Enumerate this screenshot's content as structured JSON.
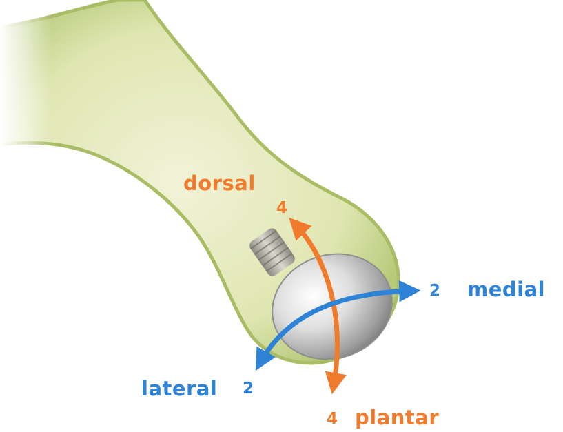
{
  "labels": {
    "dorsal": {
      "word": "dorsal",
      "count": "4"
    },
    "plantar": {
      "word": "plantar",
      "count": "4"
    },
    "medial": {
      "word": "medial",
      "count": "2"
    },
    "lateral": {
      "word": "lateral",
      "count": "2"
    }
  },
  "colors": {
    "dorsal_plantar": "#f07b2d",
    "medial_lateral": "#2e83d6",
    "bone": "#e9edc4",
    "bone_edge": "#a7bb63",
    "head": "#c9c9c9"
  }
}
